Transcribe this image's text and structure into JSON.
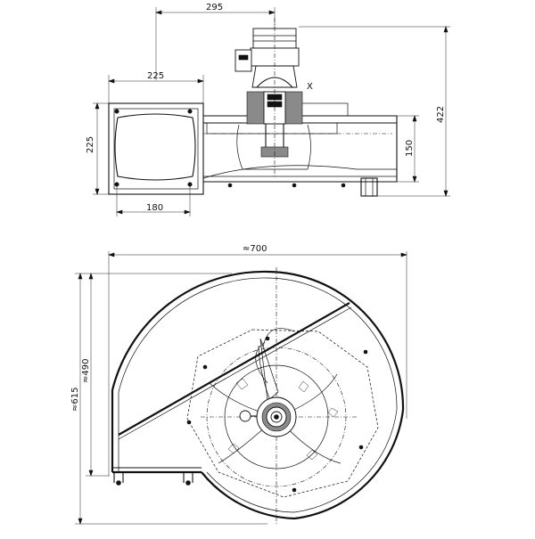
{
  "dimensions": {
    "d295": "295",
    "d225_top": "225",
    "d225_left": "225",
    "d180": "180",
    "d150": "150",
    "d422": "422",
    "d700": "≈700",
    "d490": "≈490",
    "d615": "≈615"
  },
  "labels": {
    "x_mark": "X"
  },
  "icons": {
    "fan_housing": "scroll-housing-icon",
    "motor": "motor-icon",
    "impeller": "impeller-icon"
  }
}
